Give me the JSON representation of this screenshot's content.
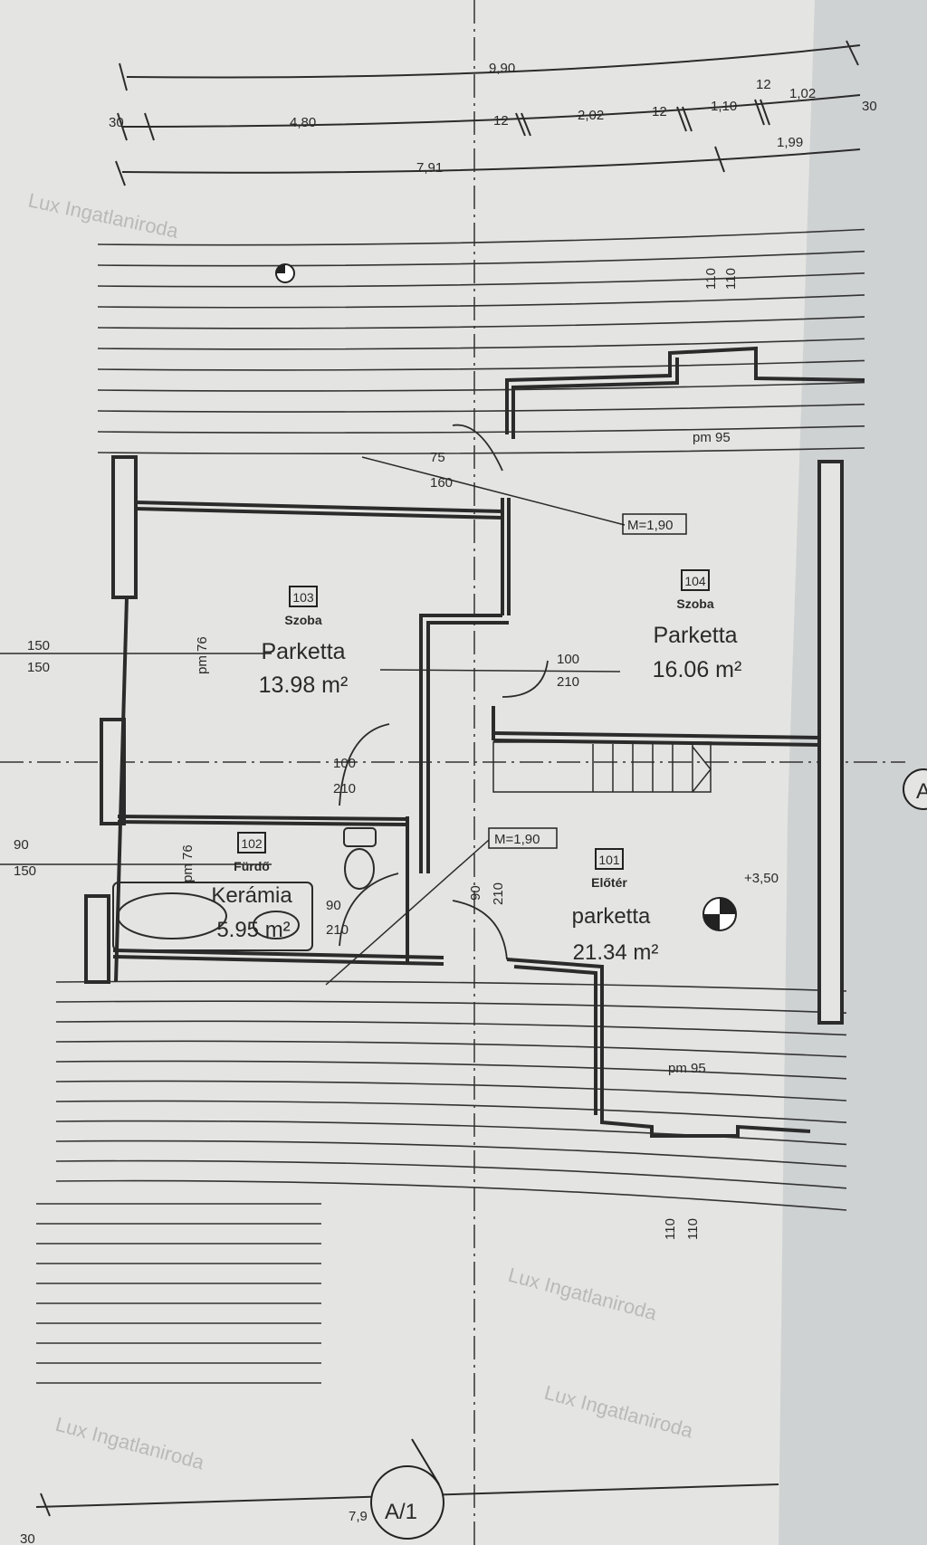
{
  "watermark": "Lux Ingatlaniroda",
  "colors": {
    "paper": "#e4e5e2",
    "ink": "#2b2b2b",
    "shadow": "#c9cccd"
  },
  "dimensions": {
    "overall_top": "9,90",
    "left_wall": "30",
    "room_left": "4,80",
    "wall_a": "12",
    "room_mid": "2,02",
    "wall_b": "12",
    "room_small": "1,10",
    "wall_c": "12",
    "room_right": "1,02",
    "right_wall": "30",
    "span_left": "7,91",
    "span_right": "1,99",
    "top_110_a": "110",
    "top_110_b": "110",
    "bottom_110_a": "110",
    "bottom_110_b": "110",
    "bottom_span": "7,9",
    "bottom_left": "30"
  },
  "annotations": {
    "stair_75": "75",
    "stair_160": "160",
    "pm95_top": "pm 95",
    "pm95_bottom": "pm 95",
    "m190_top": "M=1,90",
    "m190_bottom": "M=1,90",
    "level": "+3,50",
    "win_103_top": "150",
    "win_103_bottom": "150",
    "pm76_103": "pm 76",
    "door_104_w": "100",
    "door_104_h": "210",
    "door_103_w": "100",
    "door_103_h": "210",
    "win_102_top": "90",
    "win_102_bottom": "150",
    "pm76_102": "pm 76",
    "door_102_w": "90",
    "door_102_h": "210",
    "door_101_w": "90",
    "door_101_h": "210",
    "section_mark": "A/1",
    "section_mark_right": "A"
  },
  "rooms": [
    {
      "number": "103",
      "name": "Szoba",
      "floor": "Parketta",
      "area": "13.98 m²"
    },
    {
      "number": "104",
      "name": "Szoba",
      "floor": "Parketta",
      "area": "16.06 m²"
    },
    {
      "number": "102",
      "name": "Fürdő",
      "floor": "Kerámia",
      "area": "5.95 m²"
    },
    {
      "number": "101",
      "name": "Előtér",
      "floor": "parketta",
      "area": "21.34 m²"
    }
  ]
}
